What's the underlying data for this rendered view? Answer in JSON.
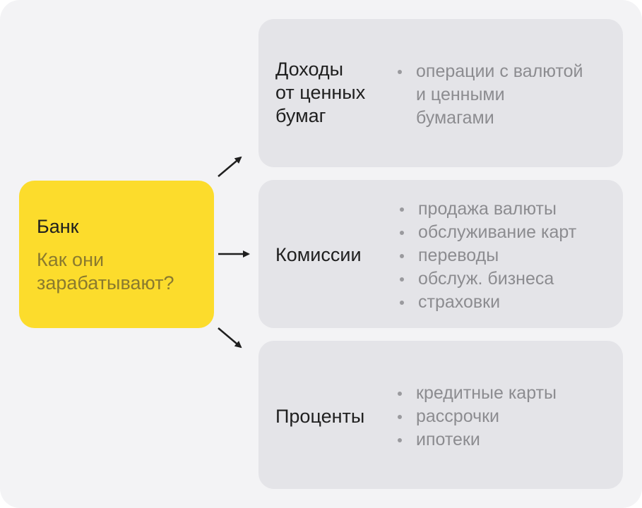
{
  "source": {
    "title": "Банк",
    "subtitle": "Как они зарабатывают?"
  },
  "cards": [
    {
      "label_lines": [
        "Доходы",
        "от ценных",
        "бумаг"
      ],
      "items": [
        "операции с валютой",
        "и ценными",
        "бумагами"
      ]
    },
    {
      "label_lines": [
        "Комиссии"
      ],
      "items": [
        "продажа валюты",
        "обслуживание карт",
        "переводы",
        "обслуж. бизнеса",
        "страховки"
      ]
    },
    {
      "label_lines": [
        "Проценты"
      ],
      "items": [
        "кредитные карты",
        "рассрочки",
        "ипотеки"
      ]
    }
  ],
  "colors": {
    "source_fill": "#fcdc2c",
    "card_fill": "#e4e4e8",
    "background": "#f3f3f5"
  },
  "icons": [
    "arrow-up-right-icon",
    "arrow-right-icon",
    "arrow-down-right-icon"
  ]
}
